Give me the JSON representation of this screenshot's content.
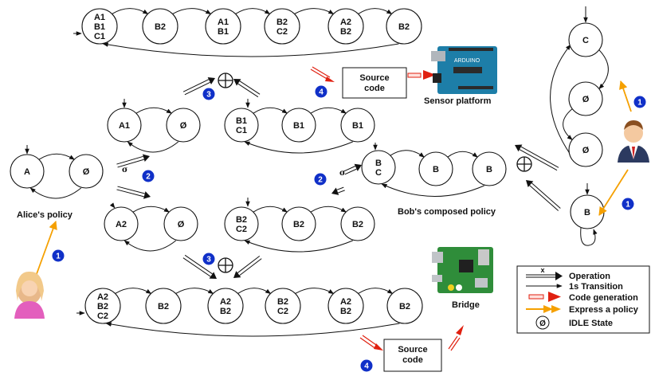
{
  "colors": {
    "badge": "#1030c8",
    "express_policy": "#f5a000",
    "code_generation": "#e02010",
    "code_generation_fill": "#ffe0dc"
  },
  "machines": {
    "top_composed": [
      "A1\nB1\nC1",
      "B2",
      "A1\nB1",
      "B2\nC2",
      "A2\nB2",
      "B2"
    ],
    "alice_a1": [
      "A1",
      "Ø"
    ],
    "bob_b1": [
      "B1\nC1",
      "B1",
      "B1"
    ],
    "alice": [
      "A",
      "Ø"
    ],
    "alice_a2": [
      "A2",
      "Ø"
    ],
    "bob_b2": [
      "B2\nC2",
      "B2",
      "B2"
    ],
    "bob_composed": [
      "B\nC",
      "B",
      "B"
    ],
    "bob_c": [
      "C",
      "Ø",
      "Ø"
    ],
    "bob_b": [
      "B"
    ],
    "bottom_composed": [
      "A2\nB2\nC2",
      "B2",
      "A2\nB2",
      "B2\nC2",
      "A2\nB2",
      "B2"
    ]
  },
  "captions": {
    "alice_policy": "Alice's policy",
    "bob_policy": "Bob's composed policy",
    "sensor_platform": "Sensor platform",
    "bridge": "Bridge"
  },
  "source_code_label": "Source\ncode",
  "operators": {
    "oplus": "⊕",
    "sigma": "σ"
  },
  "badges": {
    "express": "1",
    "sigma": "2",
    "compose": "3",
    "codegen": "4"
  },
  "legend": {
    "operation_mark": "x",
    "items": [
      {
        "icon": "operation-arrow-icon",
        "label": "Operation"
      },
      {
        "icon": "transition-arrow-icon",
        "label": "1s Transition"
      },
      {
        "icon": "code-generation-arrow-icon",
        "label": "Code generation"
      },
      {
        "icon": "express-policy-arrow-icon",
        "label": "Express a policy"
      },
      {
        "icon": "idle-state-icon",
        "label": "IDLE State",
        "symbol": "Ø"
      }
    ]
  },
  "icons": {
    "alice": "woman-avatar-icon",
    "bob": "man-avatar-icon",
    "sensor_platform": "arduino-board-icon",
    "bridge": "raspberry-pi-board-icon"
  }
}
